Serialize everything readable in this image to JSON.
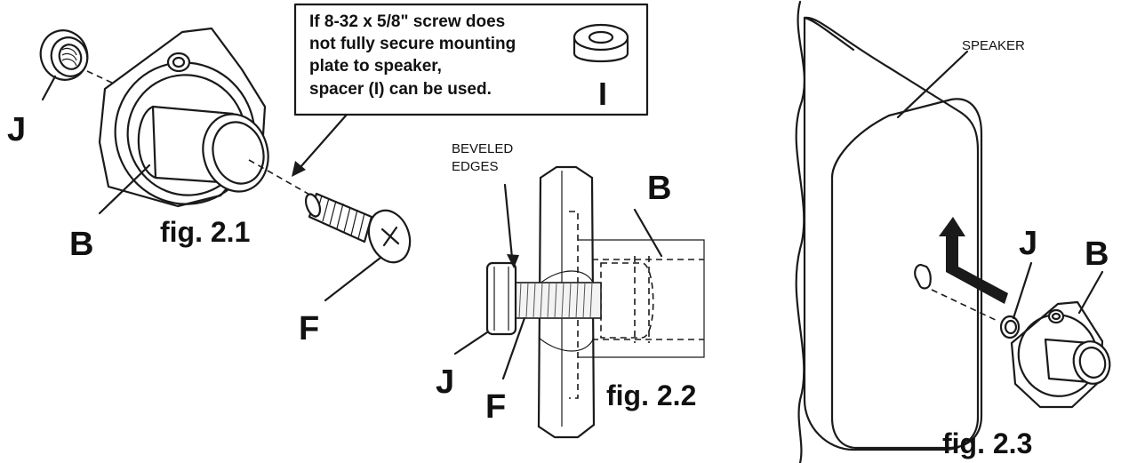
{
  "callout": {
    "lines": [
      "If 8-32 x 5/8\" screw does",
      "not fully secure mounting",
      "plate to speaker,",
      "spacer (I) can be used."
    ],
    "part_letter": "I"
  },
  "fig21": {
    "caption": "fig. 2.1",
    "letter_j": "J",
    "letter_b": "B",
    "letter_f": "F"
  },
  "fig22": {
    "caption": "fig. 2.2",
    "beveled_line1": "BEVELED",
    "beveled_line2": "EDGES",
    "letter_b": "B",
    "letter_j": "J",
    "letter_f": "F"
  },
  "fig23": {
    "caption": "fig. 2.3",
    "speaker_label": "SPEAKER",
    "letter_j": "J",
    "letter_b": "B"
  }
}
